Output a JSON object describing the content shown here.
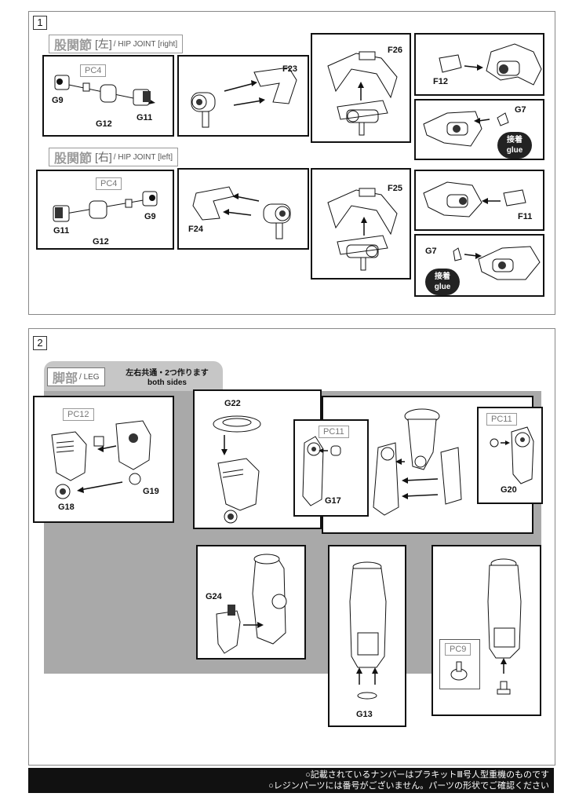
{
  "step1": {
    "number": "1",
    "left_section": {
      "title": "股関節",
      "side": "[左]",
      "subtitle": "/ HIP JOINT [right]"
    },
    "right_section": {
      "title": "股関節",
      "side": "[右]",
      "subtitle": "/ HIP JOINT [left]"
    },
    "labels": {
      "pc4_a": "PC4",
      "g9_a": "G9",
      "g12_a": "G12",
      "g11_a": "G11",
      "f23": "F23",
      "f26": "F26",
      "f12": "F12",
      "g7_a": "G7",
      "pc4_b": "PC4",
      "g11_b": "G11",
      "g12_b": "G12",
      "g9_b": "G9",
      "f24": "F24",
      "f25": "F25",
      "f11": "F11",
      "g7_b": "G7"
    },
    "glue_a": {
      "line1": "接着",
      "line2": "glue"
    },
    "glue_b": {
      "line1": "接着",
      "line2": "glue"
    }
  },
  "step2": {
    "number": "2",
    "section": {
      "title": "脚部",
      "subtitle": "/ LEG"
    },
    "note": {
      "line1": "左右共通・2つ作ります",
      "line2": "both sides"
    },
    "labels": {
      "pc12": "PC12",
      "g18": "G18",
      "g19": "G19",
      "g22": "G22",
      "pc11_a": "PC11",
      "g17": "G17",
      "pc11_b": "PC11",
      "g20": "G20",
      "g24": "G24",
      "g13": "G13",
      "pc9": "PC9"
    }
  },
  "footer": {
    "line1": "○記載されているナンバーはプラキットⅢ号人型重機のものです",
    "line2": "○レジンパーツには番号がございません。パーツの形状でご確認ください"
  },
  "colors": {
    "ink": "#111111",
    "gray_area": "#a9a9a9",
    "footer_bg": "#111111",
    "tag_text": "#9a9a9a"
  }
}
